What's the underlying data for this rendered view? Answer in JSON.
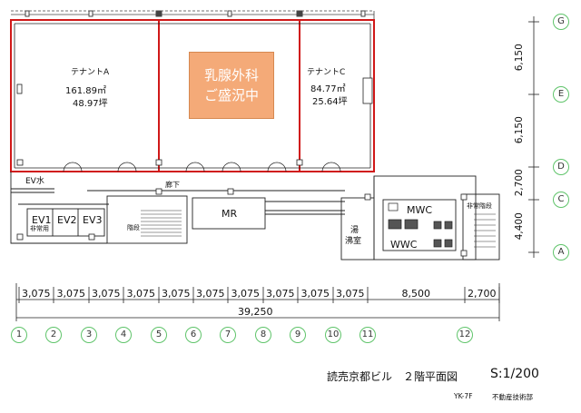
{
  "tenants": {
    "a": {
      "name": "テナントA",
      "area_m2": "161.89㎡",
      "area_tsubo": "48.97坪"
    },
    "c": {
      "name": "テナントC",
      "area_m2": "84.77㎡",
      "area_tsubo": "25.64坪"
    }
  },
  "highlight": {
    "line1": "乳腺外科",
    "line2": "ご盛況中",
    "color": "#f4aa78"
  },
  "rooms": {
    "ev_hall": "EV水",
    "corridor": "廊下",
    "ev1": "EV1",
    "ev1_sub": "非常用",
    "ev2": "EV2",
    "ev3": "EV3",
    "stair": "階段",
    "mr": "MR",
    "hot_water": "湯",
    "hot_water2": "沸室",
    "mwc": "MWC",
    "wwc": "WWC",
    "emergency_stair": "非常階段"
  },
  "dimensions": {
    "bottom": [
      "3,075",
      "3,075",
      "3,075",
      "3,075",
      "3,075",
      "3,075",
      "3,075",
      "3,075",
      "3,075",
      "3,075",
      "8,500",
      "2,700"
    ],
    "total": "39,250",
    "right": [
      "6,150",
      "6,150",
      "2,700",
      "4,400"
    ]
  },
  "grid_columns": [
    "1",
    "2",
    "3",
    "4",
    "5",
    "6",
    "7",
    "8",
    "9",
    "10",
    "11",
    "12"
  ],
  "grid_rows": [
    "G",
    "E",
    "D",
    "C",
    "A"
  ],
  "footer": {
    "title": "読売京都ビル　２階平面図",
    "scale": "S:1/200",
    "code": "YK-7F",
    "company": "不動産技術部"
  },
  "colors": {
    "wall_red": "#d01818",
    "grid_green": "#5fc46a",
    "line": "#222222"
  }
}
